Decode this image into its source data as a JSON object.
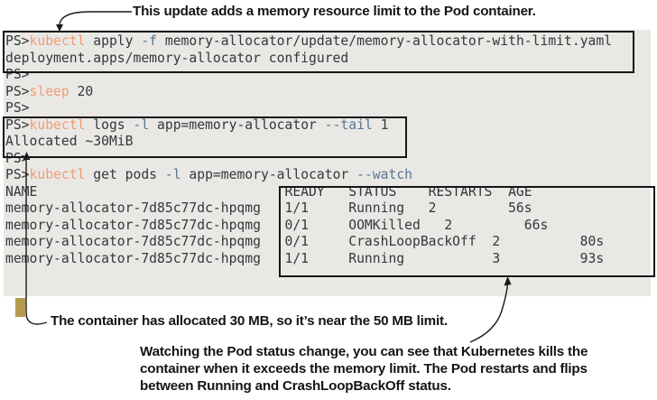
{
  "annotations": {
    "top": "This update adds a memory resource limit to the Pod container.",
    "bottom_left": "The container has allocated 30 MB, so it’s near the 50 MB limit.",
    "bottom_right": {
      "lines": [
        "Watching the Pod status change, you can see that Kubernetes kills the",
        "container when it exceeds the memory limit. The Pod restarts and flips",
        "between Running and CrashLoopBackOff status."
      ]
    }
  },
  "colors": {
    "terminal_background": "#e9e8e5",
    "terminal_text": "#34383b",
    "command_name": "#f09d75",
    "parameter_flag": "#567691",
    "cursor": "#b49b4e",
    "box_border": "#161616"
  },
  "terminal": {
    "prompt": "PS>",
    "lines": [
      [
        {
          "t": "PS>",
          "c": "d"
        },
        {
          "t": "kubectl",
          "c": "cmd"
        },
        {
          "t": " apply ",
          "c": "d"
        },
        {
          "t": "-f",
          "c": "param"
        },
        {
          "t": " memory-allocator/update/memory-allocator-with-limit.yaml",
          "c": "d"
        }
      ],
      [
        {
          "t": "deployment.apps/memory-allocator configured",
          "c": "d"
        }
      ],
      [
        {
          "t": "PS>",
          "c": "d"
        }
      ],
      [
        {
          "t": "PS>",
          "c": "d"
        },
        {
          "t": "sleep",
          "c": "cmd"
        },
        {
          "t": " 20",
          "c": "d"
        }
      ],
      [
        {
          "t": "PS>",
          "c": "d"
        }
      ],
      [
        {
          "t": "PS>",
          "c": "d"
        },
        {
          "t": "kubectl",
          "c": "cmd"
        },
        {
          "t": " logs ",
          "c": "d"
        },
        {
          "t": "-l",
          "c": "param"
        },
        {
          "t": " app=memory-allocator ",
          "c": "d"
        },
        {
          "t": "--tail",
          "c": "param"
        },
        {
          "t": " 1",
          "c": "d"
        }
      ],
      [
        {
          "t": "Allocated ~30MiB",
          "c": "d"
        }
      ],
      [
        {
          "t": "PS>",
          "c": "d"
        }
      ],
      [
        {
          "t": "PS>",
          "c": "d"
        },
        {
          "t": "kubectl",
          "c": "cmd"
        },
        {
          "t": " get pods ",
          "c": "d"
        },
        {
          "t": "-l",
          "c": "param"
        },
        {
          "t": " app=memory-allocator ",
          "c": "d"
        },
        {
          "t": "--watch",
          "c": "param"
        }
      ],
      [
        {
          "t": "NAME                               READY   STATUS    RESTARTS  AGE",
          "c": "d"
        }
      ],
      [
        {
          "t": "memory-allocator-7d85c77dc-hpqmg   1/1     Running   2         56s",
          "c": "d"
        }
      ],
      [
        {
          "t": "memory-allocator-7d85c77dc-hpqmg   0/1     OOMKilled   2         66s",
          "c": "d"
        }
      ],
      [
        {
          "t": "memory-allocator-7d85c77dc-hpqmg   0/1     CrashLoopBackOff  2          80s",
          "c": "d"
        }
      ],
      [
        {
          "t": "memory-allocator-7d85c77dc-hpqmg   1/1     Running           3          93s",
          "c": "d"
        }
      ]
    ],
    "pods_table": {
      "headers": [
        "NAME",
        "READY",
        "STATUS",
        "RESTARTS",
        "AGE"
      ],
      "rows": [
        [
          "memory-allocator-7d85c77dc-hpqmg",
          "1/1",
          "Running",
          "2",
          "56s"
        ],
        [
          "memory-allocator-7d85c77dc-hpqmg",
          "0/1",
          "OOMKilled",
          "2",
          "66s"
        ],
        [
          "memory-allocator-7d85c77dc-hpqmg",
          "0/1",
          "CrashLoopBackOff",
          "2",
          "80s"
        ],
        [
          "memory-allocator-7d85c77dc-hpqmg",
          "1/1",
          "Running",
          "3",
          "93s"
        ]
      ]
    }
  }
}
